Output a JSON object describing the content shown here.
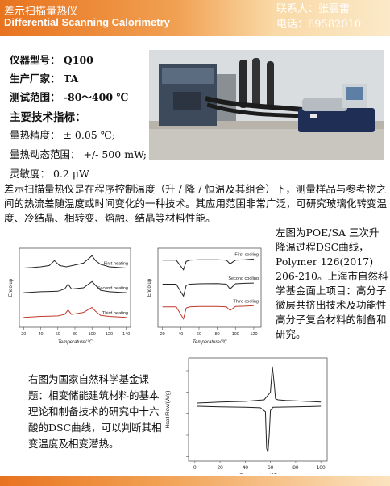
{
  "header": {
    "title_cn": "差示扫描量热仪",
    "title_en": "Differential Scanning Calorimetry",
    "contact_label": "联系人：张震雷",
    "phone_label": "电话：69582010"
  },
  "specs": {
    "model": "仪器型号： Q100",
    "maker": "生产厂家： TA",
    "range": "测试范围： -80～400 ℃",
    "tech_title": "主要技术指标：",
    "temp_acc": "量热精度： ± 0.05 ℃;",
    "dynamic_range": "量热动态范围： +/- 500 mW;",
    "sensitivity": "灵敏度： 0.2 μW"
  },
  "description": "差示扫描量热仪是在程序控制温度（升 / 降 / 恒温及其组合）下，测量样品与参考物之间的热流差随温度或时间变化的一种技术。其应用范围非常广泛，可研究玻璃化转变温度、冷结晶、相转变、熔融、结晶等材料性能。",
  "right_caption": "左图为POE/SA 三次升降温过程DSC曲线，Polymer 126(2017) 206-210。上海市自然科学基金面上项目：高分子微层共挤出技术及功能性高分子复合材料的制备和研究。",
  "left_caption": "右图为国家自然科学基金课题：相变储能建筑材料的基本理论和制备技术的研究中十六酸的DSC曲线，可以判断其相变温度及相变潜热。",
  "colors": {
    "accent": "#e8731f",
    "curve_black": "#222222",
    "curve_red": "#c0392b"
  },
  "chart_data": [
    {
      "type": "line",
      "xlabel": "Temperature/℃",
      "ylabel": "Endo up",
      "x_ticks": [
        "20",
        "40",
        "60",
        "80",
        "100",
        "120",
        "140"
      ],
      "series": [
        {
          "name": "First heating",
          "x": [
            20,
            30,
            40,
            50,
            56,
            62,
            70,
            80,
            90,
            100,
            104,
            110,
            120,
            140
          ],
          "y": [
            3.0,
            3.02,
            3.05,
            3.1,
            3.3,
            3.1,
            3.05,
            3.12,
            3.2,
            3.5,
            3.3,
            3.15,
            3.05,
            3.0
          ]
        },
        {
          "name": "Second heating",
          "x": [
            20,
            30,
            40,
            50,
            60,
            68,
            72,
            76,
            90,
            100,
            104,
            110,
            120,
            140
          ],
          "y": [
            2.0,
            2.02,
            2.04,
            2.05,
            2.06,
            2.15,
            2.35,
            2.15,
            2.2,
            2.45,
            2.3,
            2.1,
            2.04,
            2.0
          ]
        },
        {
          "name": "Third heating",
          "x": [
            20,
            30,
            40,
            50,
            60,
            68,
            72,
            76,
            90,
            100,
            104,
            110,
            120,
            140
          ],
          "y": [
            1.0,
            1.02,
            1.04,
            1.05,
            1.06,
            1.12,
            1.3,
            1.12,
            1.2,
            1.4,
            1.25,
            1.08,
            1.04,
            1.0
          ]
        }
      ]
    },
    {
      "type": "line",
      "xlabel": "Temperature/℃",
      "ylabel": "Endo up",
      "x_ticks": [
        "20",
        "40",
        "60",
        "80",
        "100",
        "120"
      ],
      "series": [
        {
          "name": "First cooling",
          "x": [
            20,
            35,
            43,
            46,
            50,
            60,
            80,
            90,
            94,
            100,
            110,
            120
          ],
          "y": [
            3.0,
            3.0,
            2.6,
            2.95,
            3.0,
            3.02,
            3.02,
            3.0,
            2.85,
            3.0,
            3.02,
            3.05
          ]
        },
        {
          "name": "Second cooling",
          "x": [
            20,
            35,
            43,
            46,
            50,
            60,
            80,
            90,
            94,
            100,
            110,
            120
          ],
          "y": [
            2.0,
            2.0,
            1.5,
            1.95,
            2.0,
            2.02,
            2.03,
            2.0,
            1.8,
            2.02,
            2.04,
            2.05
          ]
        },
        {
          "name": "Third cooling",
          "x": [
            20,
            35,
            43,
            46,
            50,
            60,
            80,
            90,
            94,
            100,
            110,
            120
          ],
          "y": [
            1.05,
            1.05,
            0.55,
            1.0,
            1.05,
            1.07,
            1.07,
            1.05,
            0.9,
            1.07,
            1.08,
            1.1
          ]
        }
      ]
    },
    {
      "type": "line",
      "xlabel": "Temperature/℃",
      "ylabel": "Heat Flow/(W/g)",
      "x_ticks": [
        "0",
        "20",
        "40",
        "60",
        "80",
        "100"
      ],
      "series": [
        {
          "x": [
            2,
            20,
            40,
            55,
            60,
            61.5,
            63,
            64,
            66,
            72,
            80,
            100
          ],
          "y": [
            0.5,
            0.55,
            0.58,
            0.65,
            1.0,
            2.2,
            1.4,
            0.7,
            0.65,
            0.62,
            0.6,
            0.55
          ]
        },
        {
          "x": [
            2,
            20,
            40,
            52,
            56,
            57,
            58,
            59,
            60,
            62,
            80,
            100
          ],
          "y": [
            0.35,
            0.32,
            0.3,
            0.28,
            0.1,
            -1.6,
            -1.8,
            -1.0,
            0.15,
            0.3,
            0.32,
            0.35
          ]
        }
      ]
    }
  ]
}
